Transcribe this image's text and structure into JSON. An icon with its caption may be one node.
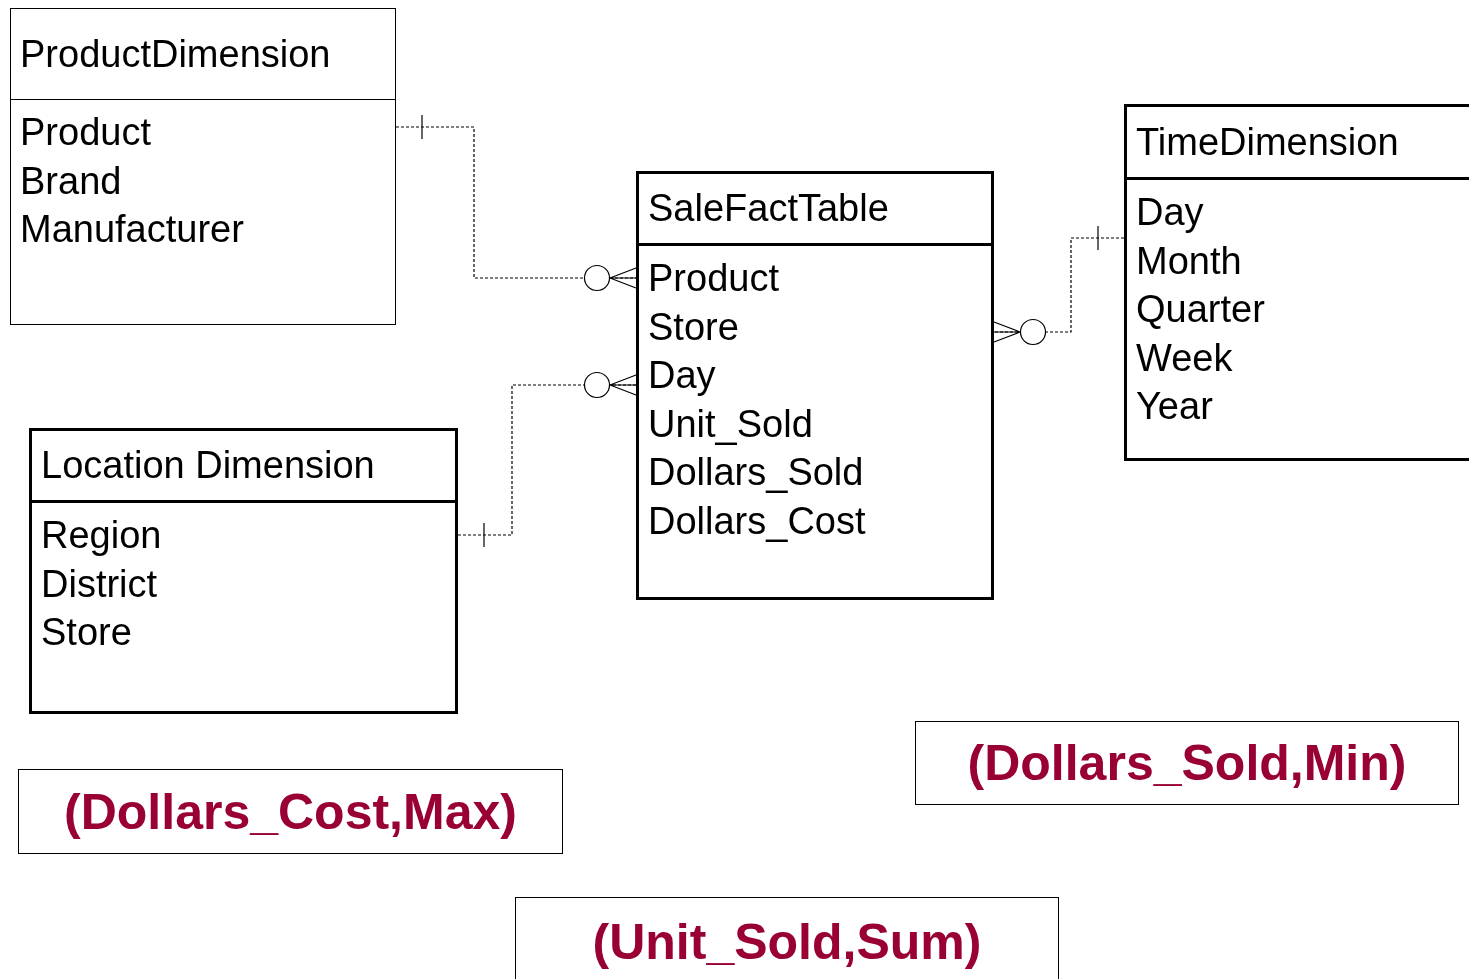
{
  "diagram": {
    "nodes": [
      {
        "text": [
          "ProductDimension",
          "Product",
          "Brand",
          "Manufacturer"
        ]
      },
      {
        "text": [
          "SaleFactTable",
          "Product",
          "Store",
          "Day",
          "Unit_Sold",
          "Dollars_Sold",
          "Dollars_Cost"
        ]
      },
      {
        "text": [
          "TimeDimension",
          "Day",
          "Month",
          "Quarter",
          "Week",
          "Year"
        ]
      },
      {
        "text": [
          "Location Dimension",
          "Region",
          "District",
          "Store"
        ]
      },
      {
        "text": [
          "(Dollars_Cost,Max)"
        ]
      },
      {
        "text": [
          "(Dollars_Sold,Min)"
        ]
      },
      {
        "text": [
          "(Unit_Sold,Sum)"
        ]
      }
    ],
    "edges": [
      {
        "from": 0,
        "to": 1,
        "arrow": "other",
        "style": "dashed"
      },
      {
        "from": 3,
        "to": 1,
        "arrow": "other",
        "style": "dashed"
      },
      {
        "from": 2,
        "to": 1,
        "arrow": "other",
        "style": "dashed"
      }
    ]
  }
}
